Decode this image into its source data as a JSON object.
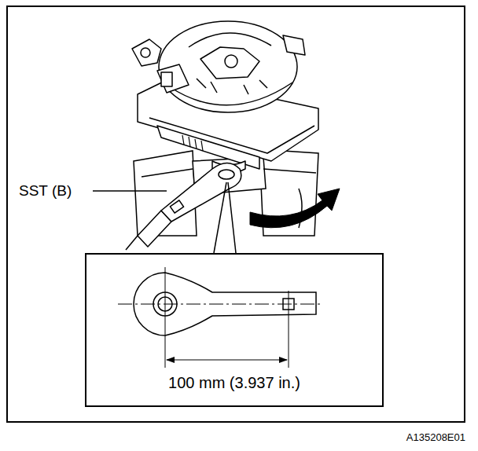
{
  "diagram": {
    "nodes": [
      {
        "text": [
          "100 mm (3.937 in.)"
        ]
      }
    ],
    "labels": [
      "SST (B)",
      "A135208E01"
    ]
  }
}
